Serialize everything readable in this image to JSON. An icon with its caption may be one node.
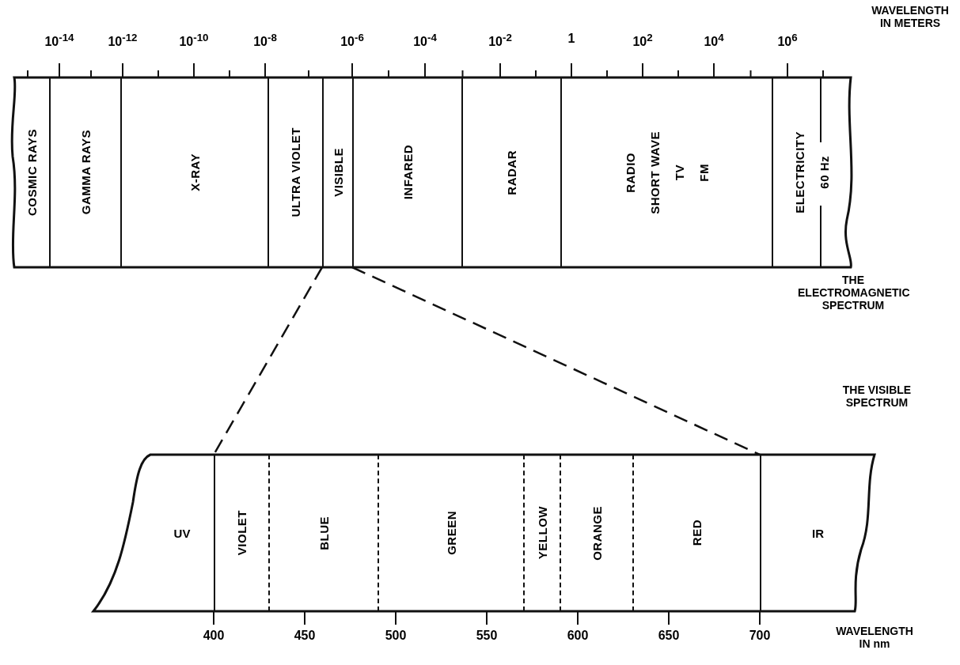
{
  "diagram": {
    "nodes": [
      {
        "text": [
          "THE ELECTROMAGNETIC SPECTRUM"
        ]
      },
      {
        "text": [
          "COSMIC RAYS"
        ],
        "in": 0
      },
      {
        "text": [
          "GAMMA RAYS"
        ],
        "in": 0
      },
      {
        "text": [
          "X-RAY"
        ],
        "in": 0
      },
      {
        "text": [
          "ULTRA VIOLET"
        ],
        "in": 0
      },
      {
        "text": [
          "VISIBLE"
        ],
        "in": 0
      },
      {
        "text": [
          "INFARED"
        ],
        "in": 0
      },
      {
        "text": [
          "RADAR"
        ],
        "in": 0
      },
      {
        "text": [
          "RADIO",
          "SHORT WAVE",
          "TV",
          "FM"
        ],
        "in": 0
      },
      {
        "text": [
          "ELECTRICITY",
          "60 Hz"
        ],
        "in": 0
      },
      {
        "text": [
          "THE VISIBLE SPECTRUM"
        ]
      },
      {
        "text": [
          "UV"
        ],
        "in": 10
      },
      {
        "text": [
          "VIOLET"
        ],
        "in": 10
      },
      {
        "text": [
          "BLUE"
        ],
        "in": 10
      },
      {
        "text": [
          "GREEN"
        ],
        "in": 10
      },
      {
        "text": [
          "YELLOW"
        ],
        "in": 10
      },
      {
        "text": [
          "ORANGE"
        ],
        "in": 10
      },
      {
        "text": [
          "RED"
        ],
        "in": 10
      },
      {
        "text": [
          "IR"
        ],
        "in": 10
      }
    ],
    "edges": [
      {
        "from": 5,
        "to": 12,
        "arrow": "none",
        "style": "dashed"
      },
      {
        "from": 5,
        "to": 17,
        "arrow": "none",
        "style": "dashed"
      }
    ],
    "labels": [
      "WAVELENGTH IN METERS",
      "10$^{-14}$",
      "10$^{-12}$",
      "10$^{-10}$",
      "10$^{-8}$",
      "10$^{-6}$",
      "10$^{-4}$",
      "10$^{-2}$",
      "1",
      "10$^{2}$",
      "10$^{4}$",
      "10$^{6}$",
      "400",
      "450",
      "500",
      "550",
      "600",
      "650",
      "700",
      "WAVELENGTH IN nm"
    ]
  }
}
